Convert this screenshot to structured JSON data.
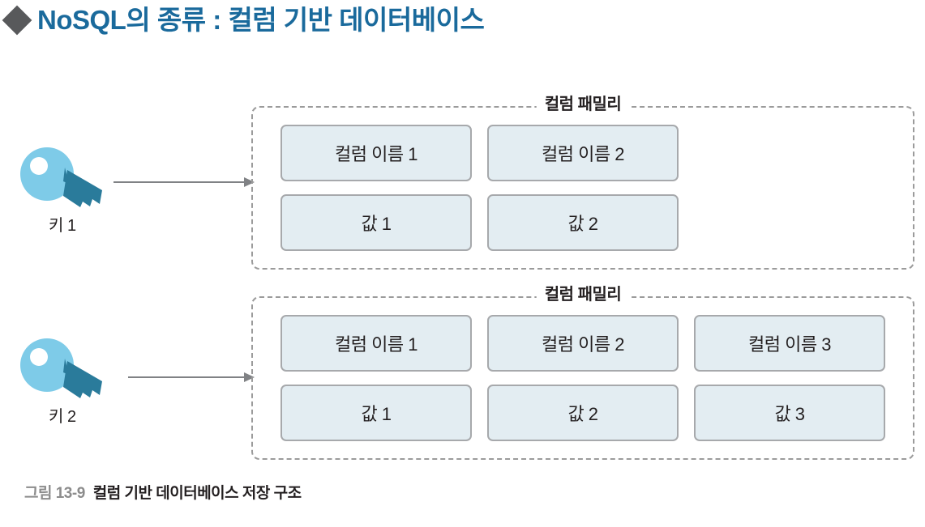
{
  "slide": {
    "title": "NoSQL의 종류 : 컬럼 기반 데이터베이스",
    "bullet_icon": "diamond-icon",
    "title_color": "#1a6a9c",
    "bullet_color": "#58595b",
    "background": "#ffffff"
  },
  "keys": [
    {
      "icon": "key-icon",
      "label": "키 1",
      "head_color": "#7ecbe8",
      "shaft_color": "#2a7b9b"
    },
    {
      "icon": "key-icon",
      "label": "키 2",
      "head_color": "#7ecbe8",
      "shaft_color": "#2a7b9b"
    }
  ],
  "arrows": [
    {
      "icon": "arrow-right-icon",
      "color": "#808285"
    },
    {
      "icon": "arrow-right-icon",
      "color": "#808285"
    }
  ],
  "column_families": [
    {
      "label": "컬럼 패밀리",
      "border_color": "#9b9b9b",
      "cell_fill": "#e3edf2",
      "cell_border": "#a7a9ac",
      "column_names": [
        "컬럼 이름 1",
        "컬럼 이름 2"
      ],
      "values": [
        "값 1",
        "값 2"
      ]
    },
    {
      "label": "컬럼 패밀리",
      "border_color": "#9b9b9b",
      "cell_fill": "#e3edf2",
      "cell_border": "#a7a9ac",
      "column_names": [
        "컬럼 이름 1",
        "컬럼 이름 2",
        "컬럼 이름 3"
      ],
      "values": [
        "값 1",
        "값 2",
        "값 3"
      ]
    }
  ],
  "caption": {
    "number": "그림 13-9",
    "text": "컬럼 기반 데이터베이스 저장 구조",
    "number_color": "#8c8c8c",
    "text_color": "#231f20"
  }
}
